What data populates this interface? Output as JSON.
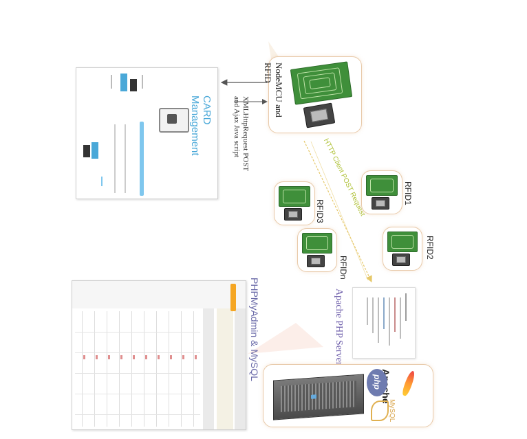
{
  "nodes": {
    "nodemcu": {
      "label": "NodeMCU and RFID"
    },
    "rfid1": {
      "label": "RFID1"
    },
    "rfid2": {
      "label": "RFID2"
    },
    "rfid3": {
      "label": "RFID3"
    },
    "rfidn": {
      "label": "RFIDn"
    },
    "apache": {
      "label": "Apache PHP Server"
    },
    "phpmyadmin": {
      "label": "PHPMyAdmin & MySQL"
    },
    "card": {
      "label": "CARD Management"
    }
  },
  "edges": {
    "xmlhttp": {
      "label": "XMLHttpRequest POST and Ajax Java script"
    },
    "http_post": {
      "label": "HTTP Client POST Request"
    }
  },
  "logos": {
    "apache": "Apache",
    "mysql": "MySQL",
    "php": "php"
  },
  "colors": {
    "panel_border": "#e8c9a8",
    "post_arrow": "#e6c86a",
    "post_label": "#b0c23a",
    "card_title": "#4aa8d8",
    "phpmyadmin_title": "#6a6aa8",
    "board": "#3f8f3a"
  }
}
